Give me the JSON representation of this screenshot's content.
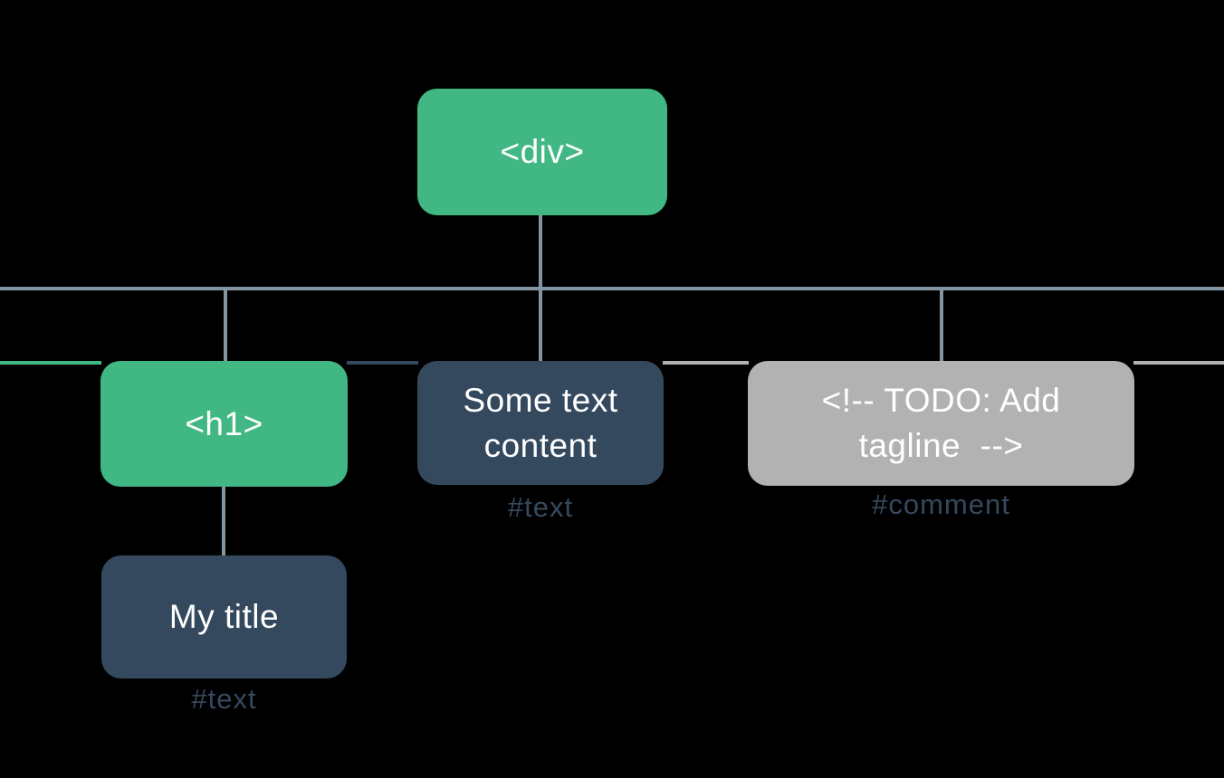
{
  "diagram": {
    "type": "dom-tree",
    "background": "#000000",
    "colors": {
      "element_node": "#41B883",
      "text_node": "#35495E",
      "comment_node": "#B2B2B2",
      "connector": "#8495A2",
      "node_text": "#FFFFFF",
      "annotation_text": "#35495E"
    },
    "nodes": {
      "root": {
        "label": "<div>",
        "type": "element"
      },
      "h1": {
        "label": "<h1>",
        "type": "element"
      },
      "my_title": {
        "label": "My title",
        "type": "text",
        "annotation": "#text"
      },
      "some_text": {
        "full": "Some text content",
        "line1": "Some text",
        "line2": "content",
        "type": "text",
        "annotation": "#text"
      },
      "comment": {
        "full": "<!-- TODO: Add tagline  -->",
        "line1": "<!-- TODO: Add",
        "line2": "tagline  -->",
        "type": "comment",
        "annotation": "#comment"
      }
    }
  }
}
